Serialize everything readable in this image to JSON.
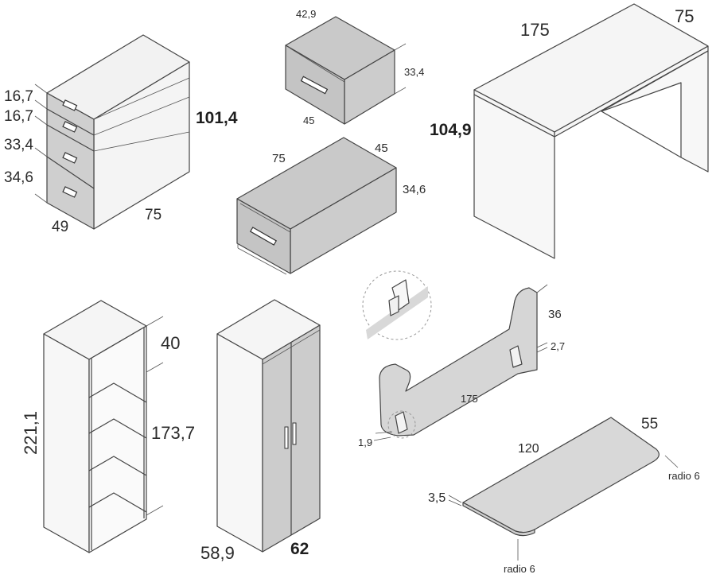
{
  "colors": {
    "face_light": "#f2f2f2",
    "face_mid": "#d4d4d4",
    "face_dark": "#c2c2c2",
    "outline": "#444444",
    "text": "#2b2b2b"
  },
  "dresser": {
    "drawer_heights": [
      "16,7",
      "16,7",
      "33,4",
      "34,6"
    ],
    "total_height": "101,4",
    "depth": "49",
    "width": "75"
  },
  "small_drawer": {
    "width": "42,9",
    "height": "33,4",
    "depth": "45"
  },
  "large_drawer": {
    "width": "75",
    "depth": "45",
    "height": "34,6"
  },
  "desk": {
    "width": "175",
    "depth": "75",
    "height": "104,9"
  },
  "bookcase": {
    "height": "221,1",
    "depth": "40",
    "inner_height": "173,7"
  },
  "wardrobe": {
    "depth": "58,9",
    "width": "62"
  },
  "guard_rail": {
    "height": "36",
    "thickness": "2,7",
    "length": "175",
    "clip": "1,9"
  },
  "shelf": {
    "length": "120",
    "width": "55",
    "thickness": "3,5",
    "radius_right": "radio 6",
    "radius_bottom": "radio 6"
  }
}
